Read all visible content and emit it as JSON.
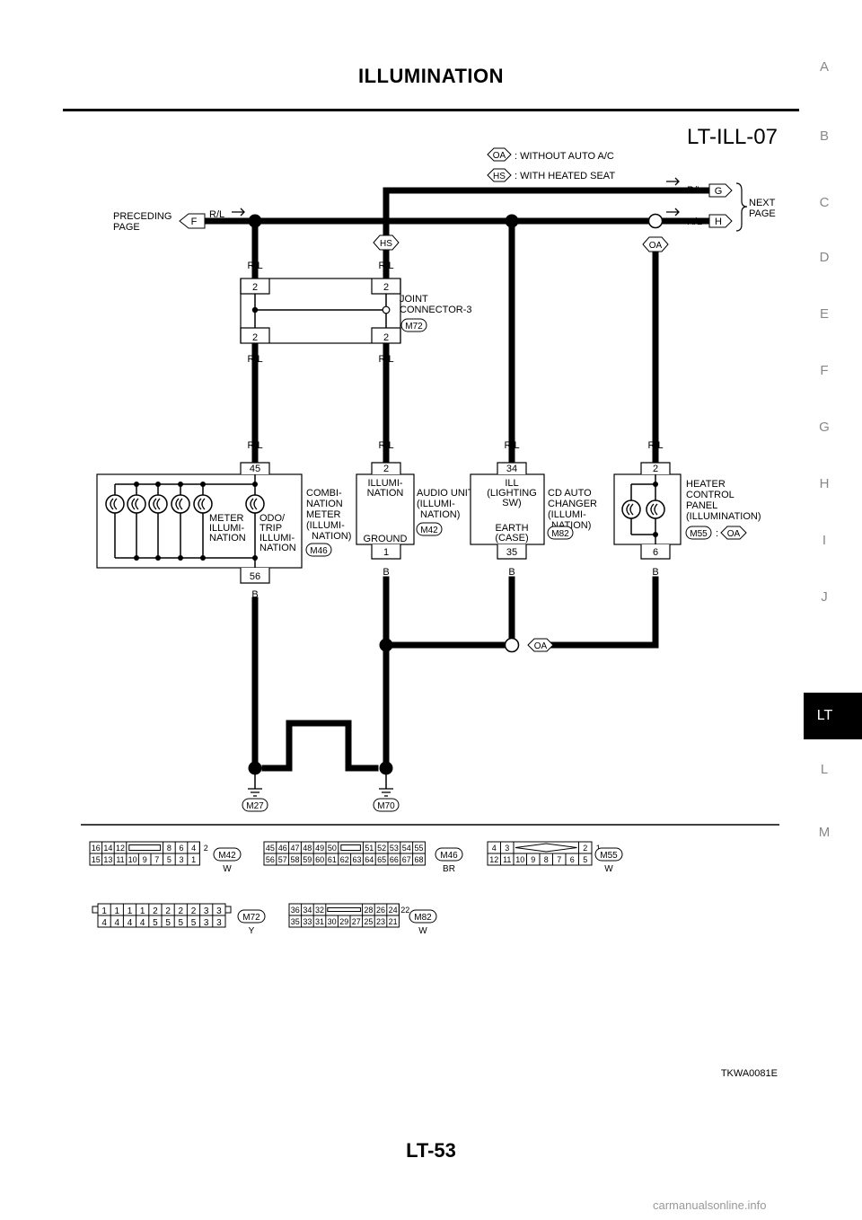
{
  "page": {
    "title": "ILLUMINATION",
    "page_number": "LT-53",
    "watermark": "carmanualsonline.info"
  },
  "side_index": {
    "letters": [
      "A",
      "B",
      "C",
      "D",
      "E",
      "F",
      "G",
      "H",
      "I",
      "J",
      "L",
      "M"
    ],
    "active": "LT"
  },
  "diagram": {
    "code": "LT-ILL-07",
    "figure_id": "TKWA0081E",
    "legend": {
      "oa_tag": "OA",
      "oa_text": ": WITHOUT AUTO A/C",
      "hs_tag": "HS",
      "hs_text": ": WITH HEATED SEAT"
    },
    "wire_colors": {
      "rl": "R/L",
      "b": "B"
    },
    "offpage": {
      "preceding": "PRECEDING PAGE",
      "preceding_l1": "PRECEDING",
      "preceding_l2": "PAGE",
      "next_l1": "NEXT",
      "next_l2": "PAGE",
      "f": "F",
      "g": "G",
      "h": "H"
    },
    "tags": {
      "hs": "HS",
      "oa": "OA"
    },
    "joint": {
      "label_l1": "JOINT",
      "label_l2": "CONNECTOR-3",
      "connector": "M72",
      "pin": "2"
    },
    "meter": {
      "l1": "COMBI-",
      "l2": "NATION",
      "l3": "METER",
      "l4": "(ILLUMI-",
      "l5": "NATION)",
      "connector": "M46",
      "pin_top": "45",
      "pin_bottom": "56",
      "illum_l1": "METER",
      "illum_l2": "ILLUMI-",
      "illum_l3": "NATION",
      "odo_l1": "ODO/",
      "odo_l2": "TRIP",
      "odo_l3": "ILLUMI-",
      "odo_l4": "NATION"
    },
    "audio": {
      "l1": "AUDIO UNIT",
      "l2": "(ILLUMI-",
      "l3": "NATION)",
      "connector": "M42",
      "pin_top": "2",
      "pin_bottom": "1",
      "in_l1": "ILLUMI-",
      "in_l2": "NATION",
      "in_l3": "GROUND"
    },
    "cd": {
      "l1": "CD AUTO",
      "l2": "CHANGER",
      "l3": "(ILLUMI-",
      "l4": "NATION)",
      "connector": "M82",
      "pin_top": "34",
      "pin_bottom": "35",
      "in_l1": "ILL",
      "in_l2": "(LIGHTING",
      "in_l3": "SW)",
      "in_l4": "EARTH",
      "in_l5": "(CASE)"
    },
    "heater": {
      "l1": "HEATER",
      "l2": "CONTROL",
      "l3": "PANEL",
      "l4": "(ILLUMINATION)",
      "connector": "M55",
      "colon": ":",
      "pin_top": "2",
      "pin_bottom": "6"
    },
    "grounds": {
      "g1": "M27",
      "g2": "M70"
    },
    "connectors": {
      "m42": {
        "id": "M42",
        "color": "W",
        "row1": [
          "16",
          "14",
          "12",
          "",
          "8",
          "6",
          "4",
          "2"
        ],
        "row2": [
          "15",
          "13",
          "11",
          "10",
          "9",
          "7",
          "5",
          "3",
          "1"
        ]
      },
      "m46": {
        "id": "M46",
        "color": "BR",
        "row1": [
          "45",
          "46",
          "47",
          "48",
          "49",
          "50",
          "",
          "51",
          "52",
          "53",
          "54",
          "55"
        ],
        "row2": [
          "56",
          "57",
          "58",
          "59",
          "60",
          "61",
          "62",
          "63",
          "64",
          "65",
          "66",
          "67",
          "68"
        ]
      },
      "m55": {
        "id": "M55",
        "color": "W",
        "row1": [
          "4",
          "3",
          "",
          "2",
          "1"
        ],
        "row2": [
          "12",
          "11",
          "10",
          "9",
          "8",
          "7",
          "6",
          "5"
        ]
      },
      "m72": {
        "id": "M72",
        "color": "Y",
        "row1": [
          "1",
          "1",
          "1",
          "1",
          "2",
          "2",
          "2",
          "2",
          "3",
          "3"
        ],
        "row2": [
          "4",
          "4",
          "4",
          "4",
          "5",
          "5",
          "5",
          "5",
          "3",
          "3"
        ]
      },
      "m82": {
        "id": "M82",
        "color": "W",
        "row1": [
          "36",
          "34",
          "32",
          "",
          "28",
          "26",
          "24",
          "22"
        ],
        "row2": [
          "35",
          "33",
          "31",
          "30",
          "29",
          "27",
          "25",
          "23",
          "21"
        ]
      }
    }
  }
}
